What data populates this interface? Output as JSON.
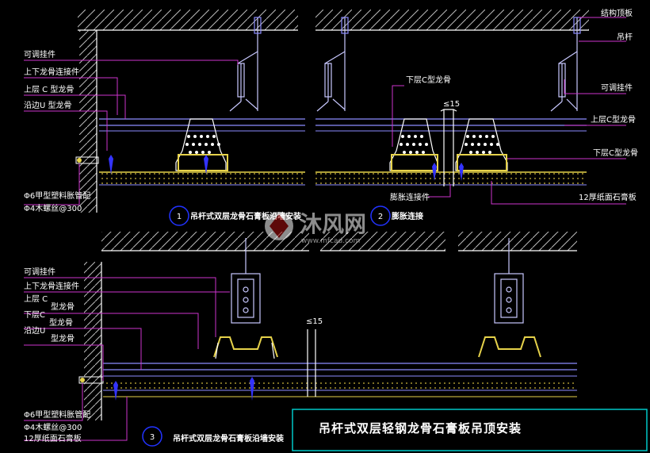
{
  "drawing": {
    "title": "吊杆式双层轻钢龙骨石膏板吊顶安装",
    "watermark": {
      "brand": "沐风网",
      "url": "www.mfcad.com"
    },
    "colors": {
      "background": "#000000",
      "label_text": "#ffffff",
      "leader": "#cc33cc",
      "slab": "#ffffff",
      "boards": "#8c8cff",
      "fill_yellow": "#e6d24a",
      "anchors": "#3333ff",
      "hanger": "#c8c8ff",
      "circle": "#2233ff",
      "frame": "#00c8c8"
    },
    "detail1": {
      "number": "1",
      "caption": "吊杆式双层龙骨石膏板沿墙安装",
      "labels": {
        "adjustable_hanger": "可调挂件",
        "connector": "上下龙骨连接件",
        "upper_c": "上层 C 型龙骨",
        "wall_u": "沿边U 型龙骨",
        "anchor": "Φ6甲型塑料胀管配",
        "screw": "Φ4木螺丝@300"
      }
    },
    "detail2": {
      "number": "2",
      "caption": "膨胀连接",
      "labels": {
        "lower_c_top": "下层C型龙骨",
        "gap": "≤15",
        "expansion_connector": "膨胀连接件"
      }
    },
    "right_labels": {
      "slab": "结构顶板",
      "rod": "吊杆",
      "adjustable_hanger": "可调挂件",
      "upper_c": "上层C型龙骨",
      "lower_c": "下层C型龙骨",
      "board": "12厚纸面石膏板"
    },
    "detail3": {
      "number": "3",
      "caption": "吊杆式双层龙骨石膏板沿墙安装",
      "labels": {
        "adjustable_hanger": "可调挂件",
        "connector": "上下龙骨连接件",
        "upper_c_1": "上层 C",
        "upper_c_2": "型龙骨",
        "lower_c_1": "下层C",
        "lower_c_2": "型龙骨",
        "wall_u_1": "沿边U",
        "wall_u_2": "型龙骨",
        "anchor": "Φ6甲型塑料胀管配",
        "screw": "Φ4木螺丝@300",
        "board": "12厚纸面石膏板",
        "gap": "≤15"
      }
    }
  }
}
